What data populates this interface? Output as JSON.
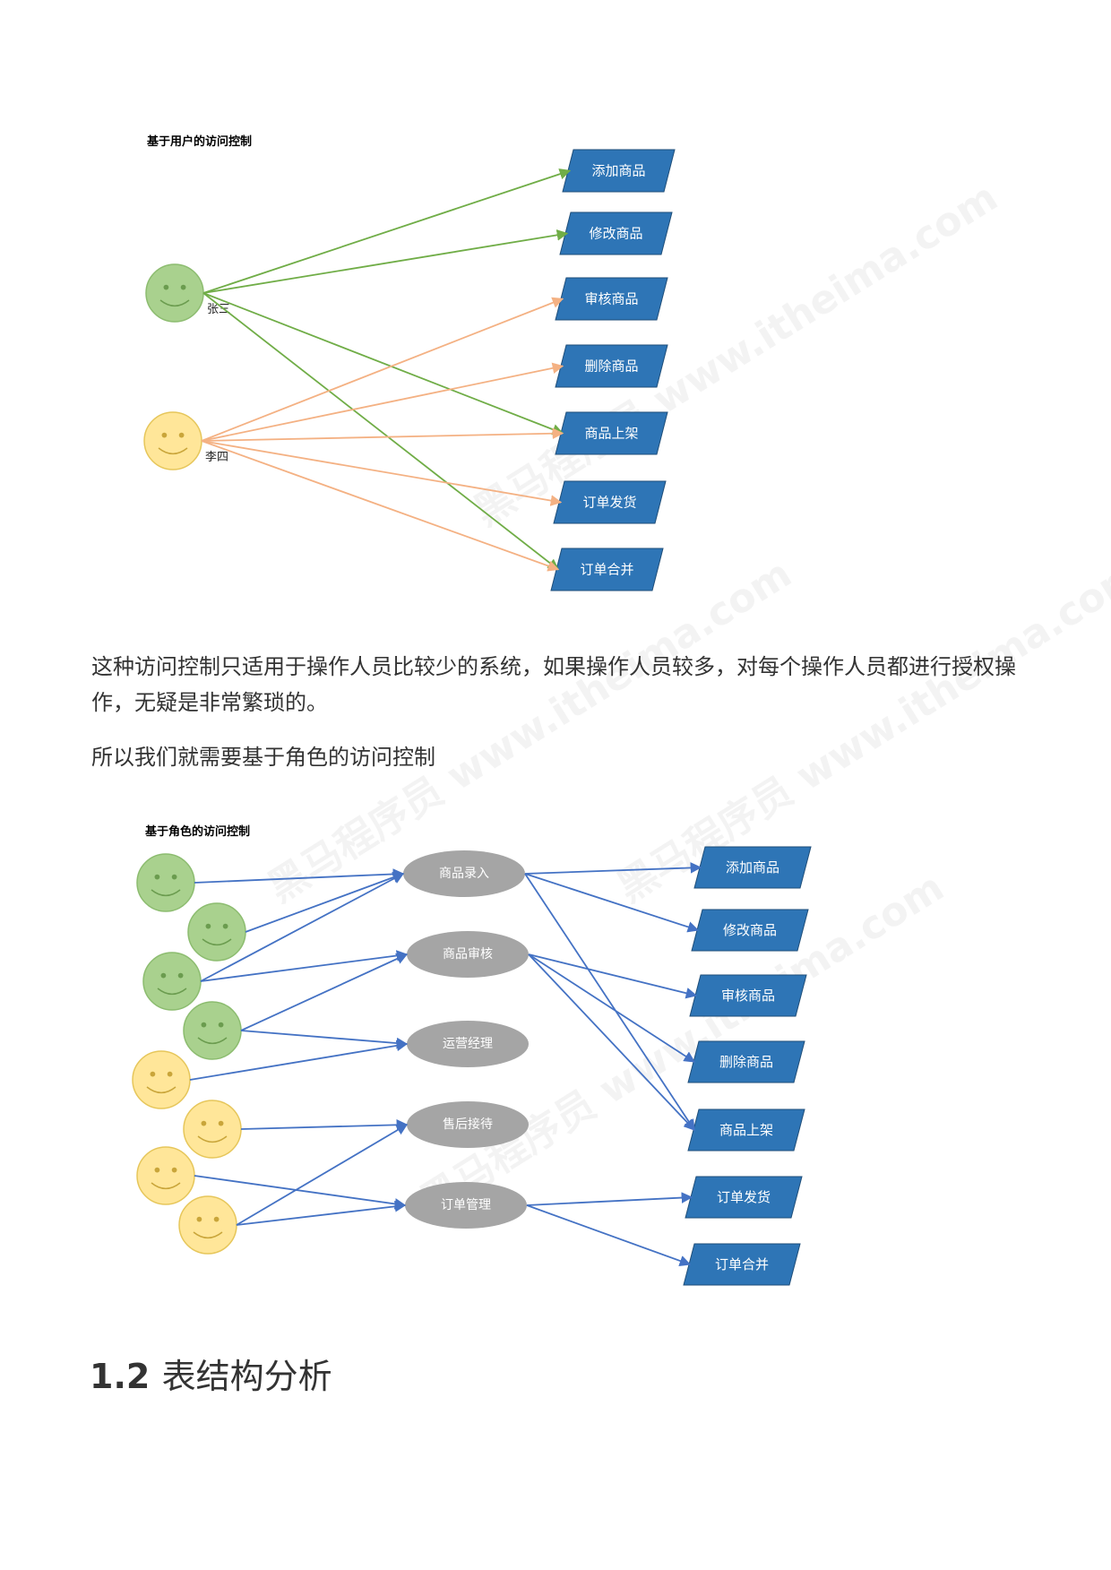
{
  "diagram_user": {
    "title": "基于用户的访问控制",
    "users": [
      {
        "name": "张三",
        "color": "green"
      },
      {
        "name": "李四",
        "color": "yellow"
      }
    ],
    "permissions": [
      "添加商品",
      "修改商品",
      "审核商品",
      "删除商品",
      "商品上架",
      "订单发货",
      "订单合并"
    ],
    "links": [
      {
        "user": "张三",
        "permissions": [
          "添加商品",
          "修改商品",
          "商品上架",
          "订单合并"
        ]
      },
      {
        "user": "李四",
        "permissions": [
          "审核商品",
          "删除商品",
          "商品上架",
          "订单发货",
          "订单合并"
        ]
      }
    ]
  },
  "paragraph1": "这种访问控制只适用于操作人员比较少的系统，如果操作人员较多，对每个操作人员都进行授权操作，无疑是非常繁琐的。",
  "paragraph2": "所以我们就需要基于角色的访问控制",
  "diagram_role": {
    "title": "基于角色的访问控制",
    "roles": [
      "商品录入",
      "商品审核",
      "运营经理",
      "售后接待",
      "订单管理"
    ],
    "permissions": [
      "添加商品",
      "修改商品",
      "审核商品",
      "删除商品",
      "商品上架",
      "订单发货",
      "订单合并"
    ],
    "user_faces": [
      "green",
      "green",
      "green",
      "green",
      "yellow",
      "yellow",
      "yellow",
      "yellow"
    ],
    "role_permission_links": [
      {
        "role": "商品录入",
        "permissions": [
          "添加商品",
          "修改商品",
          "商品上架"
        ]
      },
      {
        "role": "商品审核",
        "permissions": [
          "审核商品",
          "删除商品",
          "商品上架"
        ]
      },
      {
        "role": "订单管理",
        "permissions": [
          "订单发货",
          "订单合并"
        ]
      }
    ]
  },
  "section_heading": {
    "number": "1.2",
    "title": "表结构分析"
  },
  "watermark": "黑马程序员 www.itheima.com",
  "colors": {
    "permission_fill": "#2e75b6",
    "role_fill": "#a5a5a5",
    "green_face": "#a9d18e",
    "yellow_face": "#ffe699",
    "green_arrow": "#70ad47",
    "orange_arrow": "#f4b183",
    "blue_arrow": "#4472c4"
  }
}
